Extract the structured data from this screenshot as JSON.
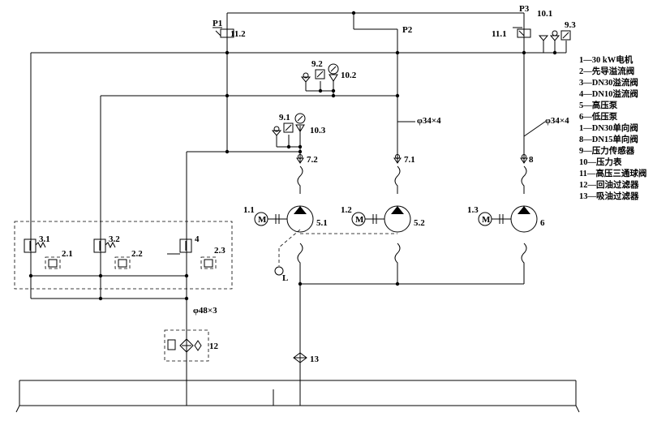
{
  "labels": {
    "p1": "P1",
    "p2": "P2",
    "p3": "P3",
    "v11_2": "11.2",
    "v11_1": "11.1",
    "v10_1": "10.1",
    "v9_3": "9.3",
    "v9_2": "9.2",
    "v10_2": "10.2",
    "v9_1": "9.1",
    "v10_3": "10.3",
    "pipe_a": "φ34×4",
    "pipe_b": "φ34×4",
    "pipe_c": "φ48×3",
    "v7_2": "7.2",
    "v7_1": "7.1",
    "v8": "8",
    "m1_1": "1.1",
    "m1_2": "1.2",
    "m1_3": "1.3",
    "motor_symbol": "M",
    "p5_1": "5.1",
    "p5_2": "5.2",
    "p6": "6",
    "r3_1": "3.1",
    "r2_1": "2.1",
    "r3_2": "3.2",
    "r2_2": "2.2",
    "r4": "4",
    "r2_3": "2.3",
    "f12": "12",
    "f13": "13",
    "drain": "L"
  },
  "legend": [
    "1—30 kW电机",
    "2—先导溢流阀",
    "3—DN30溢流阀",
    "4—DN10溢流阀",
    "5—高压泵",
    "6—低压泵",
    "1—DN30单向阀",
    "8—DN15单向阀",
    "9—压力传感器",
    "10—压力表",
    "11—高压三通球阀",
    "12—回油过滤器",
    "13—吸油过滤器"
  ]
}
